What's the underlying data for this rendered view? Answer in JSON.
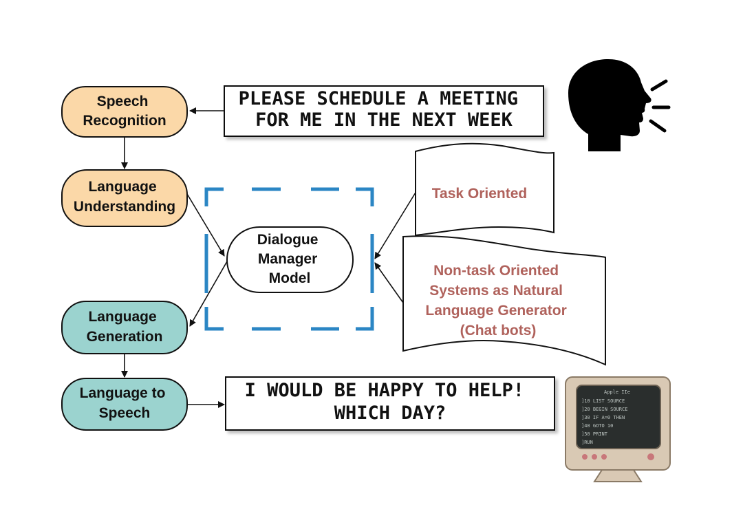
{
  "pipeline": {
    "speech_recognition": [
      "Speech",
      "Recognition"
    ],
    "language_understanding": [
      "Language",
      "Understanding"
    ],
    "dialogue_manager": [
      "Dialogue",
      "Manager",
      "Model"
    ],
    "language_generation": [
      "Language",
      "Generation"
    ],
    "language_to_speech": [
      "Language to",
      "Speech"
    ]
  },
  "user_utterance": [
    "PLEASE SCHEDULE A MEETING",
    "FOR ME IN THE NEXT WEEK"
  ],
  "system_response": [
    "I WOULD BE HAPPY TO HELP!",
    "WHICH DAY?"
  ],
  "system_types": {
    "task_oriented": [
      "Task Oriented"
    ],
    "non_task_oriented": [
      "Non-task Oriented",
      "Systems as Natural",
      "Language Generator",
      "(Chat bots)"
    ]
  },
  "computer_screen": {
    "title": "Apple IIe",
    "lines": [
      "]10 LIST SOURCE",
      "]20 BEGIN SOURCE",
      "]30 IF A=0 THEN",
      "]40 GOTO 10",
      "]50 PRINT",
      "]RUN"
    ]
  },
  "colors": {
    "understanding_fill": "#fbd8a8",
    "generation_fill": "#9bd3cf",
    "dashed_box": "#2b86c4",
    "system_text": "#b0625c",
    "node_stroke": "#111111"
  },
  "icons": {
    "speaker": "speaking-head-icon",
    "computer": "retro-computer-icon"
  }
}
